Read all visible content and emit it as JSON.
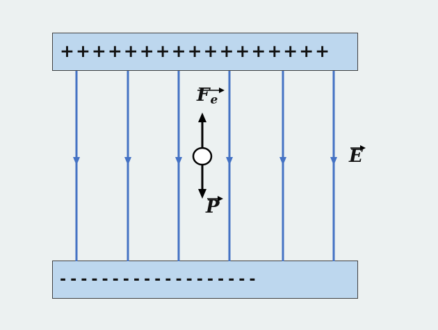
{
  "top_plate": {
    "charges": "+++++++++++++++++"
  },
  "bottom_plate": {
    "charges": "-------------------"
  },
  "labels": {
    "electric_force": "F",
    "electric_force_subscript": "e",
    "weight": "P",
    "field": "E"
  },
  "field_lines": {
    "count": 6,
    "direction": "down"
  },
  "colors": {
    "plate_fill": "#bdd7ee",
    "field_line": "#4472c4",
    "background": "#ecf1f1",
    "force_arrow": "#000000"
  }
}
